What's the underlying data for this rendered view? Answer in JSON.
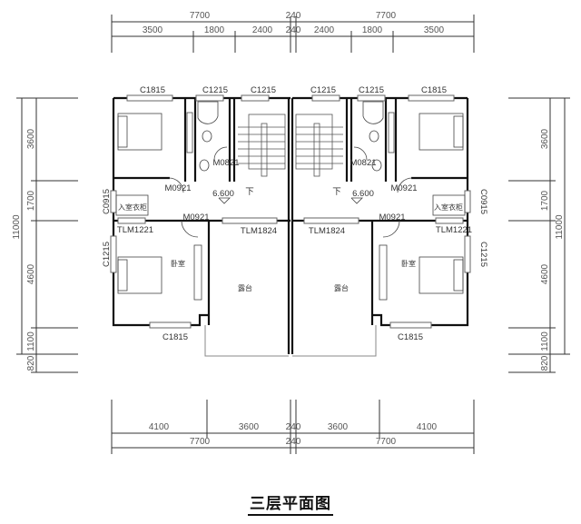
{
  "title": "三层平面图",
  "elevation": "6.600",
  "stair_down": "下",
  "dims": {
    "top_total": [
      "7700",
      "240",
      "7700"
    ],
    "top_detail": [
      "3500",
      "1800",
      "2400",
      "240",
      "2400",
      "1800",
      "3500"
    ],
    "bottom_detail": [
      "4100",
      "3600",
      "240",
      "3600",
      "4100"
    ],
    "bottom_total": [
      "7700",
      "240",
      "7700"
    ],
    "side_detail": [
      "3600",
      "1700",
      "4600",
      "1100",
      "820"
    ],
    "side_total": "11000"
  },
  "windows": {
    "bedroom_top": "C1815",
    "bath_top": "C1215",
    "stair_top": "C1215",
    "closet_side": "C0915",
    "bedroom_side": "C1215",
    "bedroom_bottom": "C1815"
  },
  "doors": {
    "bath": "M0821",
    "bedroom_top": "M0921",
    "bedroom_bottom": "M0921",
    "closet_slide": "TLM1221",
    "terrace_slide": "TLM1824"
  },
  "rooms": {
    "bedroom": "卧室",
    "closet": "入室衣柜",
    "terrace": "露台"
  }
}
